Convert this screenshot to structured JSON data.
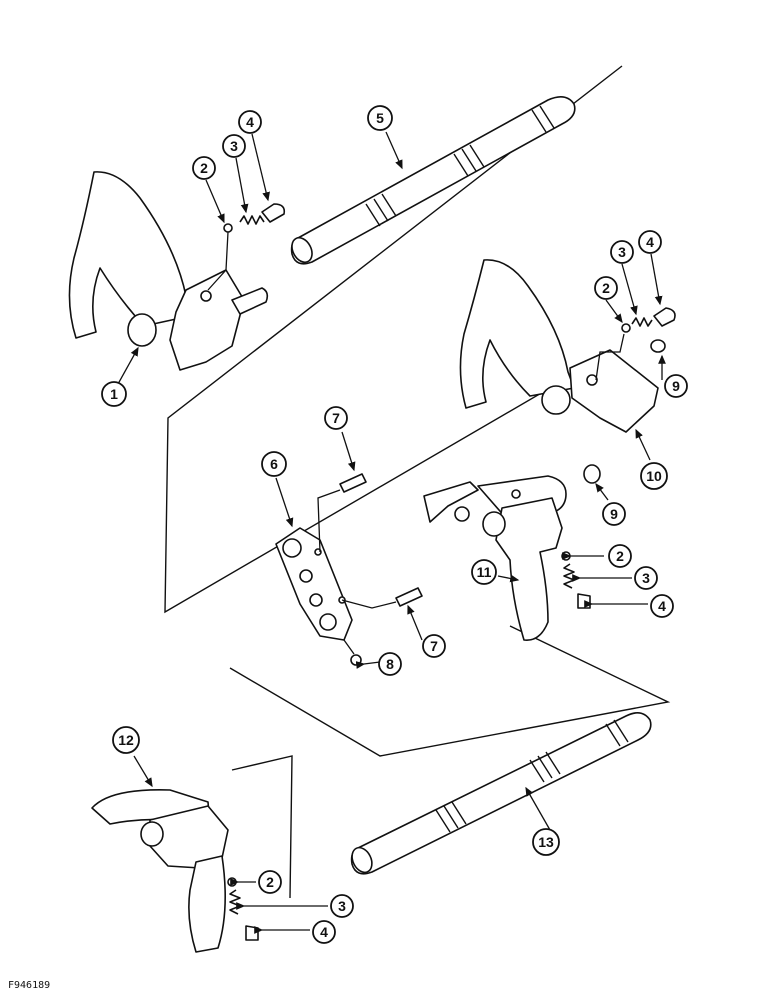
{
  "figure_id": "F946189",
  "callouts": {
    "c1": "1",
    "c2a": "2",
    "c3a": "3",
    "c4a": "4",
    "c5": "5",
    "c2b": "2",
    "c3b": "3",
    "c4b": "4",
    "c9a": "9",
    "c10": "10",
    "c6": "6",
    "c7a": "7",
    "c7b": "7",
    "c8": "8",
    "c9b": "9",
    "c11": "11",
    "c2c": "2",
    "c3c": "3",
    "c4c": "4",
    "c12": "12",
    "c13": "13",
    "c2d": "2",
    "c3d": "3",
    "c4d": "4"
  }
}
